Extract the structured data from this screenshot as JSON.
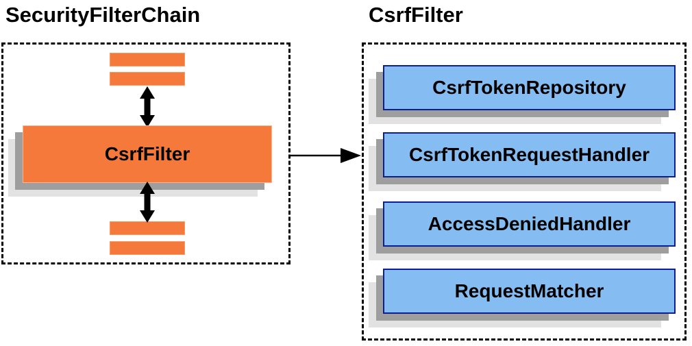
{
  "left_section": {
    "title": "SecurityFilterChain",
    "filter_box": {
      "label": "CsrfFilter"
    }
  },
  "right_section": {
    "title": "CsrfFilter",
    "components": [
      {
        "label": "CsrfTokenRepository"
      },
      {
        "label": "CsrfTokenRequestHandler"
      },
      {
        "label": "AccessDeniedHandler"
      },
      {
        "label": "RequestMatcher"
      }
    ]
  },
  "icons": {
    "bidirectional_arrow": "double-headed-vertical-arrow",
    "flow_arrow": "right-arrow"
  },
  "colors": {
    "accent_orange": "#f4793b",
    "component_blue": "#85bdf2",
    "component_border_navy": "#0d1e8f",
    "shadow_dark": "#9e9e9e",
    "shadow_light": "#e2e2e2",
    "arrow_black": "#000000",
    "dashed_border": "#000000"
  }
}
